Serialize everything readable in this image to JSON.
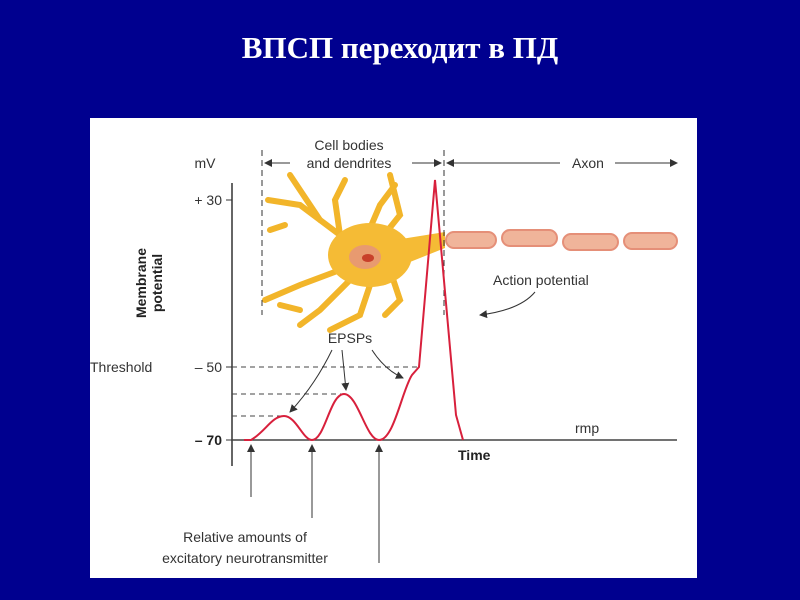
{
  "slide": {
    "title": "ВПСП переходит в ПД"
  },
  "diagram": {
    "region_labels": {
      "cell_bodies_line1": "Cell bodies",
      "cell_bodies_line2": "and dendrites",
      "axon": "Axon"
    },
    "y_axis": {
      "unit": "mV",
      "title_line1": "Membrane",
      "title_line2": "potential",
      "ticks": [
        "+ 30",
        "– 50",
        "– 70"
      ],
      "threshold_label": "Threshold"
    },
    "x_axis": {
      "label": "Time"
    },
    "annotations": {
      "action_potential": "Action potential",
      "epsps": "EPSPs",
      "rmp": "rmp",
      "neurotransmitter_line1": "Relative amounts of",
      "neurotransmitter_line2": "excitatory neurotransmitter"
    },
    "colors": {
      "background": "#00008f",
      "trace": "#d8203c",
      "neuron": "#f2b52a",
      "axon": "#f0b49a"
    }
  }
}
